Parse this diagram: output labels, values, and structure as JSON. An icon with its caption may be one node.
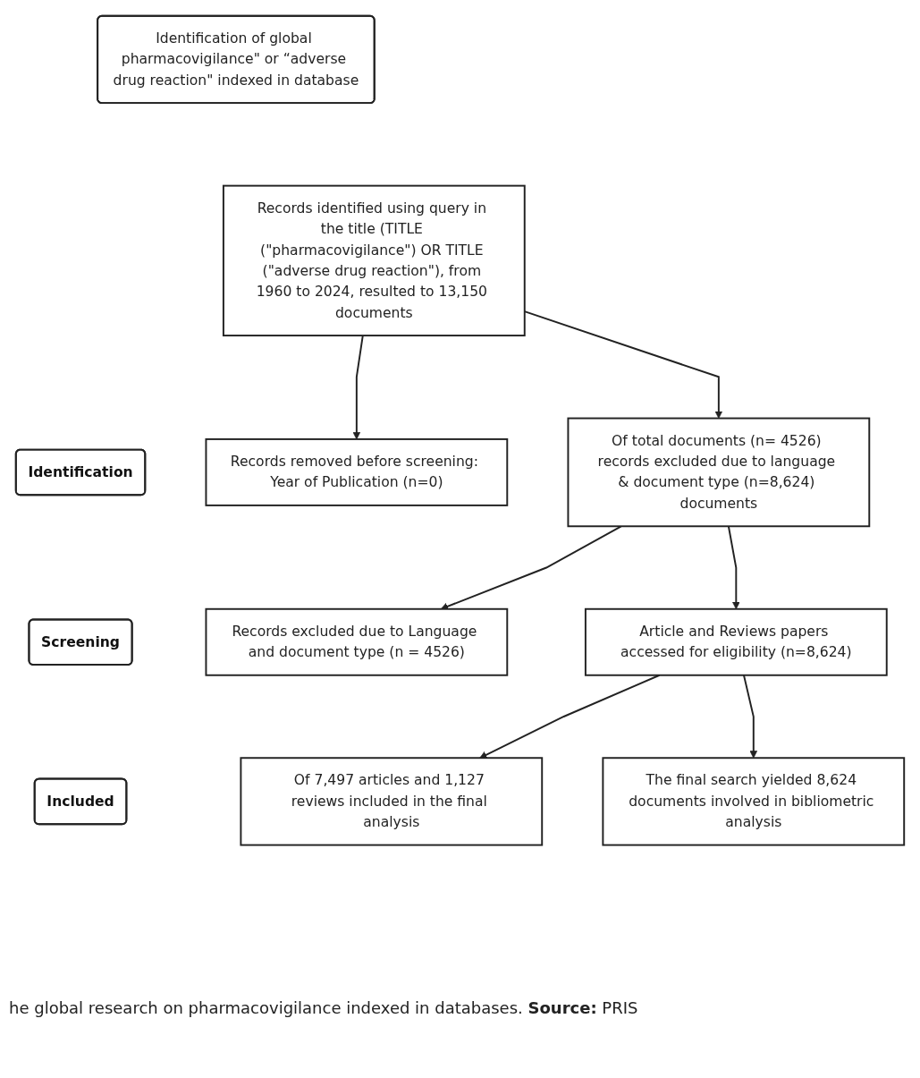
{
  "diagram": {
    "caption": "he global research on pharmacovigilance indexed in databases. **Source:** PRIS",
    "nodes": [
      {
        "text": [
          "Identification of global pharmacovigilance\" or “adverse drug reaction\" indexed in database"
        ]
      },
      {
        "text": [
          "Identification"
        ]
      },
      {
        "text": [
          "Records identified using query in the title (TITLE (\"pharmacovigilance\") OR TITLE (\"adverse drug reaction\"), from 1960 to 2024, resulted to 13,150 documents"
        ]
      },
      {
        "text": [
          "Records removed before screening: Year of Publication (n=0)"
        ]
      },
      {
        "text": [
          "Screening"
        ]
      },
      {
        "text": [
          "Of total documents (n= 4526) records excluded due to language & document type (n=8,624) documents"
        ]
      },
      {
        "text": [
          "Records excluded due to Language and document type (n = 4526)"
        ]
      },
      {
        "text": [
          "Article and Reviews papers accessed for eligibility (n=8,624)"
        ]
      },
      {
        "text": [
          "Of 7,497 articles and 1,127 reviews included in the final analysis"
        ]
      },
      {
        "text": [
          "Included"
        ]
      },
      {
        "text": [
          "The final search yielded 8,624 documents involved in bibliometric analysis"
        ]
      }
    ],
    "edges": [
      {
        "from": 2,
        "to": 3,
        "arrow": "to"
      },
      {
        "from": 2,
        "to": 5,
        "arrow": "to"
      },
      {
        "from": 5,
        "to": 6,
        "arrow": "to"
      },
      {
        "from": 5,
        "to": 7,
        "arrow": "to"
      },
      {
        "from": 7,
        "to": 8,
        "arrow": "to"
      },
      {
        "from": 7,
        "to": 10,
        "arrow": "to"
      }
    ]
  }
}
